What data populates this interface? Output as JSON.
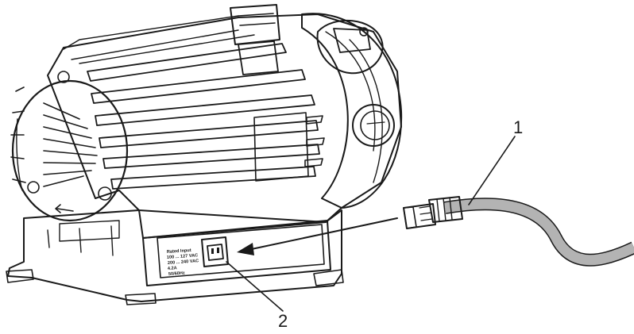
{
  "callouts": [
    {
      "number": "1"
    },
    {
      "number": "2"
    }
  ],
  "plate": {
    "lines": [
      "Rated Input",
      "100 ... 127 VAC",
      "200 ... 240 VAC",
      "4.2A",
      "50/60Hz"
    ]
  },
  "colors": {
    "ink": "#1a1a1a",
    "cable": "#b3b3b3",
    "shade": "#d9d9d9",
    "window": "#f2f2f2",
    "background": "#ffffff"
  }
}
